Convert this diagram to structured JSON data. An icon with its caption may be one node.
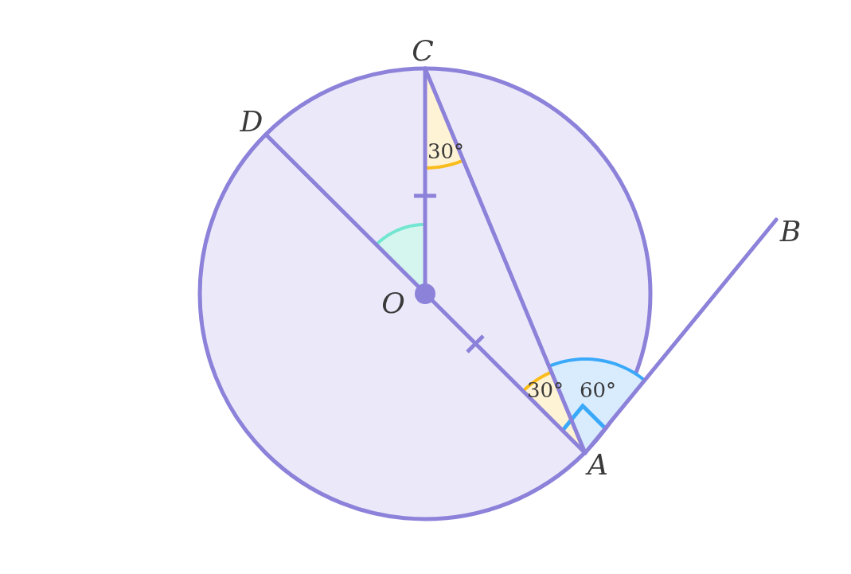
{
  "diagram": {
    "labels": [
      "C",
      "D",
      "O",
      "B",
      "30°",
      "30°",
      "60°",
      "A"
    ]
  }
}
